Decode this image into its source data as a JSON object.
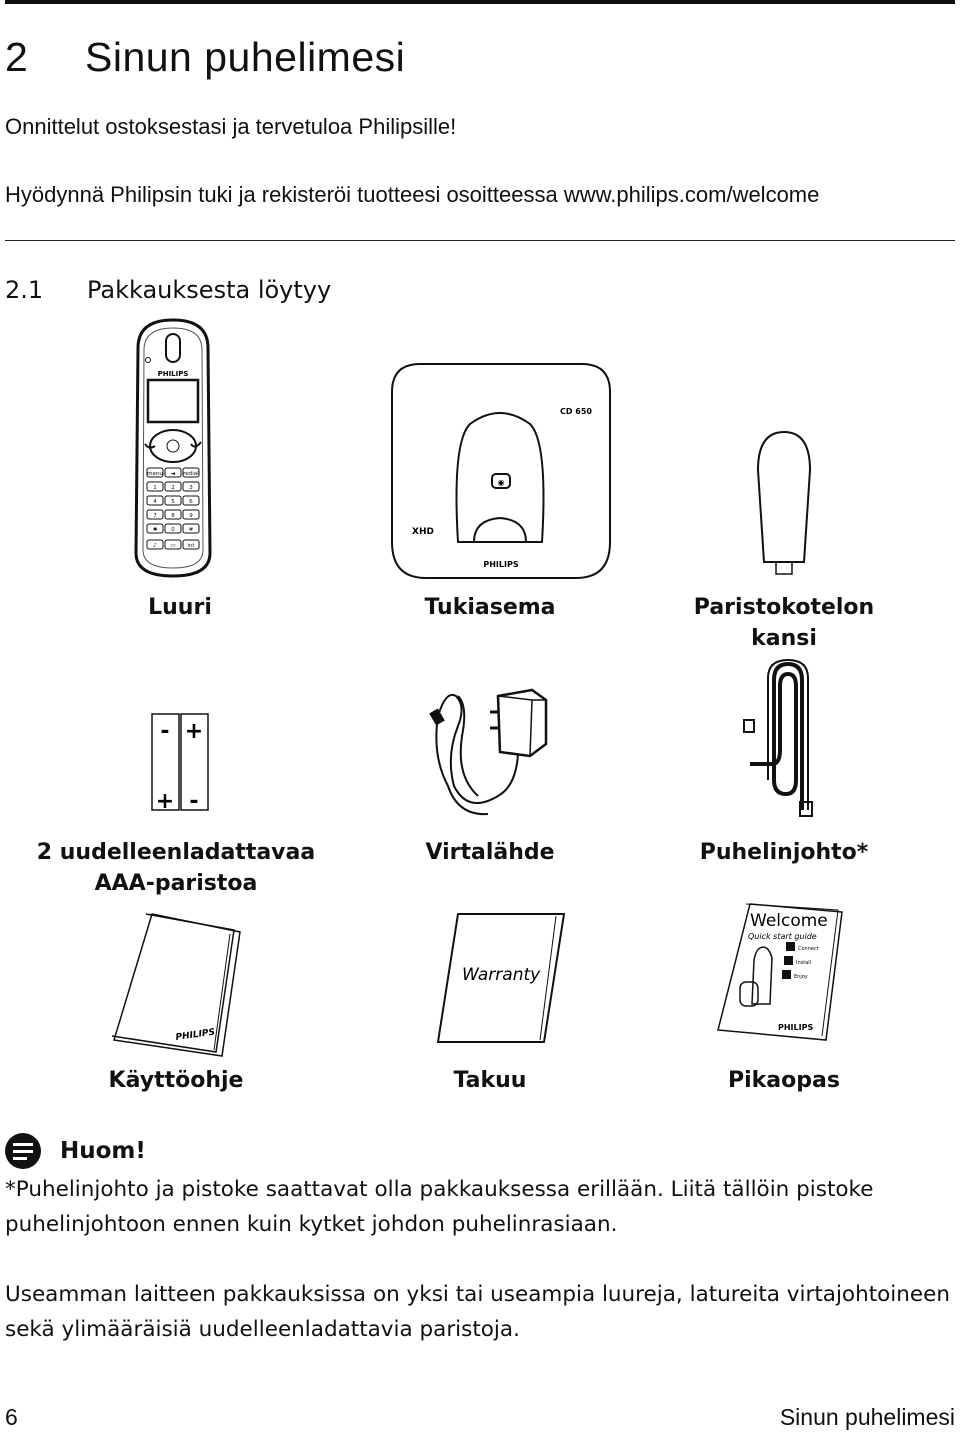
{
  "chapter": {
    "number": "2",
    "title": "Sinun puhelimesi"
  },
  "intro": {
    "line1": "Onnittelut ostoksestasi ja tervetuloa Philipsille!",
    "line2": "Hyödynnä Philipsin tuki ja rekisteröi tuotteesi osoitteessa www.philips.com/welcome"
  },
  "section": {
    "number": "2.1",
    "title": "Pakkauksesta löytyy"
  },
  "items": [
    {
      "label_lines": [
        "Luuri"
      ],
      "icon": "handset-icon"
    },
    {
      "label_lines": [
        "Tukiasema"
      ],
      "icon": "base-station-icon"
    },
    {
      "label_lines": [
        "Paristokotelon",
        "kansi"
      ],
      "icon": "battery-cover-icon"
    },
    {
      "label_lines": [
        "2 uudelleenladattavaa",
        "AAA-paristoa"
      ],
      "icon": "batteries-icon"
    },
    {
      "label_lines": [
        "Virtalähde"
      ],
      "icon": "power-adapter-icon"
    },
    {
      "label_lines": [
        "Puhelinjohto*"
      ],
      "icon": "phone-cord-icon"
    },
    {
      "label_lines": [
        "Käyttöohje"
      ],
      "icon": "user-manual-icon"
    },
    {
      "label_lines": [
        "Takuu"
      ],
      "icon": "warranty-icon"
    },
    {
      "label_lines": [
        "Pikaopas"
      ],
      "icon": "quick-guide-icon"
    }
  ],
  "image_text": {
    "brand": "PHILIPS",
    "model": "CD 650",
    "xhd": "XHD",
    "warranty": "Warranty",
    "welcome": "Welcome",
    "quick_start": "Quick start guide",
    "steps": [
      "Connect",
      "Install",
      "Enjoy"
    ],
    "keys": [
      "menu",
      "redial",
      "1",
      "2",
      "3",
      "4",
      "5",
      "6",
      "7",
      "8",
      "9",
      "0",
      "int"
    ],
    "battery_signs": [
      "-",
      "+",
      "+",
      "-"
    ]
  },
  "note": {
    "title": "Huom!",
    "line1": "*Puhelinjohto ja pistoke saattavat olla pakkauksessa erillään. Liitä tällöin pistoke",
    "line2": "puhelinjohtoon ennen kuin kytket johdon puhelinrasiaan."
  },
  "paragraph": {
    "line1": "Useamman laitteen pakkauksissa on yksi tai useampia luureja, latureita virtajohtoineen",
    "line2": "sekä ylimääräisiä uudelleenladattavia paristoja."
  },
  "footer": {
    "page": "6",
    "title": "Sinun puhelimesi"
  }
}
